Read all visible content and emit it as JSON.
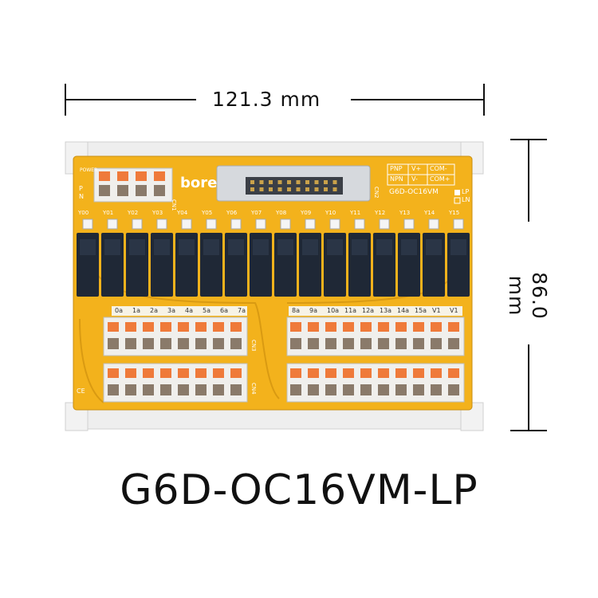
{
  "dimensions": {
    "width_label": "121.3 mm",
    "height_label": "86.0 mm"
  },
  "product": {
    "model": "G6D-OC16VM-LP"
  },
  "board": {
    "brand": "bore",
    "model_print": "G6D-OC16VM",
    "power_label": "POWER",
    "power_p": "P",
    "power_n": "N",
    "cn1": "CN1",
    "cn2": "CN2",
    "cn3": "CN3",
    "cn4": "CN4",
    "ce_mark": "CE",
    "polarity_table": [
      [
        "PNP",
        "V+",
        "COM-"
      ],
      [
        "NPN",
        "V-",
        "COM+"
      ]
    ],
    "variant_options": [
      "LP",
      "LN"
    ],
    "channel_labels": [
      "Y00",
      "Y01",
      "Y02",
      "Y03",
      "Y04",
      "Y05",
      "Y06",
      "Y07",
      "Y08",
      "Y09",
      "Y10",
      "Y11",
      "Y12",
      "Y13",
      "Y14",
      "Y15"
    ],
    "terminal_labels_left": [
      "0a",
      "1a",
      "2a",
      "3a",
      "4a",
      "5a",
      "6a",
      "7a"
    ],
    "terminal_labels_right": [
      "8a",
      "9a",
      "10a",
      "11a",
      "12a",
      "13a",
      "14a",
      "15a",
      "V1",
      "V1"
    ]
  },
  "colors": {
    "pcb": "#f3b21c",
    "relay": "#1f2836",
    "terminal": "#f0efec",
    "lever": "#ef7a3a",
    "rail": "#ececec"
  }
}
